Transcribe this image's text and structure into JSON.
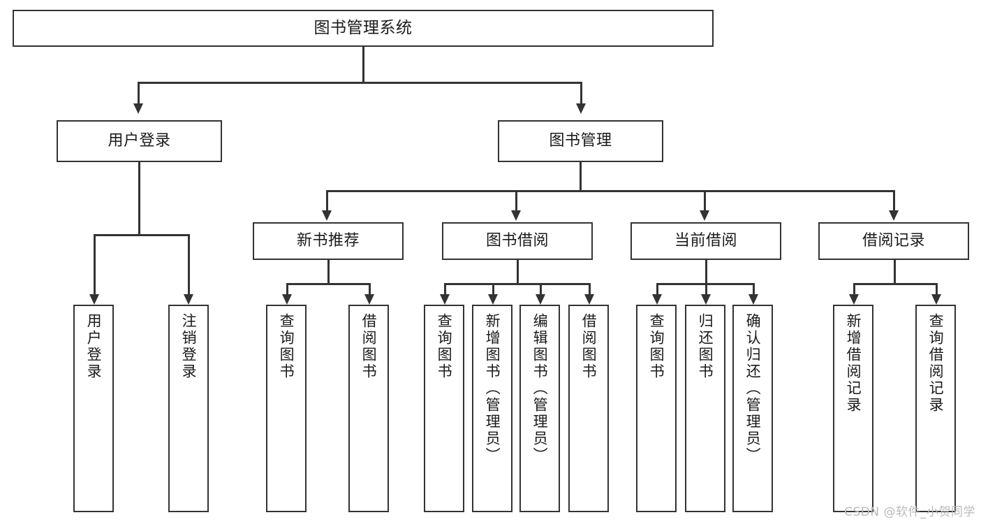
{
  "diagram": {
    "title": "图书管理系统",
    "type": "tree",
    "root": {
      "label": "图书管理系统"
    },
    "level2": [
      {
        "label": "用户登录"
      },
      {
        "label": "图书管理"
      }
    ],
    "level3": [
      {
        "label": "新书推荐"
      },
      {
        "label": "图书借阅"
      },
      {
        "label": "当前借阅"
      },
      {
        "label": "借阅记录"
      }
    ],
    "leaves": {
      "user_login": [
        {
          "label": "用户登录"
        },
        {
          "label": "注销登录"
        }
      ],
      "new_book_recommend": [
        {
          "label": "查询图书"
        },
        {
          "label": "借阅图书"
        }
      ],
      "book_borrow": [
        {
          "label": "查询图书"
        },
        {
          "label": "新增图书（管理员）"
        },
        {
          "label": "编辑图书（管理员）"
        },
        {
          "label": "借阅图书"
        }
      ],
      "current_borrow": [
        {
          "label": "查询图书"
        },
        {
          "label": "归还图书"
        },
        {
          "label": "确认归还（管理员）"
        }
      ],
      "borrow_record": [
        {
          "label": "新增借阅记录"
        },
        {
          "label": "查询借阅记录"
        }
      ]
    }
  },
  "watermark": {
    "text": "CSDN @软件_小贺同学"
  },
  "colors": {
    "stroke": "#333333",
    "fill": "#ffffff",
    "text": "#1a1a1a",
    "watermark": "#b9b9b9"
  }
}
